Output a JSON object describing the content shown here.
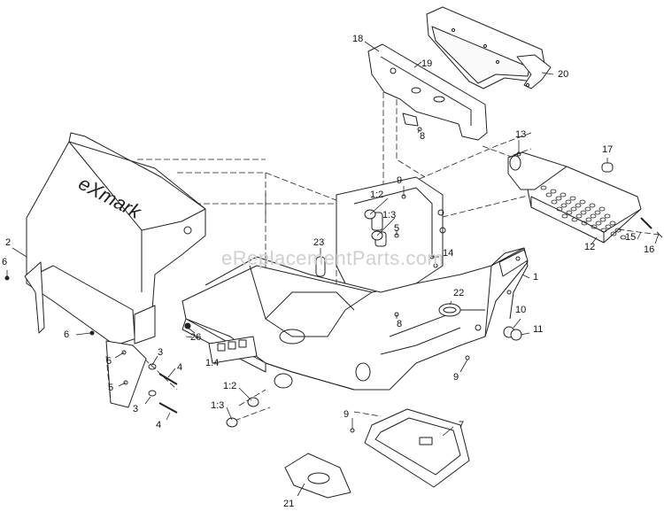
{
  "watermark": "eReplacementParts.com",
  "brand_mark": "eXmark",
  "callouts": [
    {
      "id": "c18",
      "text": "18"
    },
    {
      "id": "c19",
      "text": "19"
    },
    {
      "id": "c20",
      "text": "20"
    },
    {
      "id": "c8a",
      "text": "8"
    },
    {
      "id": "c13",
      "text": "13"
    },
    {
      "id": "c17",
      "text": "17"
    },
    {
      "id": "c9a",
      "text": "9"
    },
    {
      "id": "c12",
      "text": "1:2"
    },
    {
      "id": "c13b",
      "text": "1:3"
    },
    {
      "id": "c5a",
      "text": "5"
    },
    {
      "id": "c23",
      "text": "23"
    },
    {
      "id": "c14",
      "text": "14"
    },
    {
      "id": "c15",
      "text": "15"
    },
    {
      "id": "c16",
      "text": "16"
    },
    {
      "id": "c12b",
      "text": "12"
    },
    {
      "id": "c2",
      "text": "2"
    },
    {
      "id": "c6a",
      "text": "6"
    },
    {
      "id": "c1",
      "text": "1"
    },
    {
      "id": "c22",
      "text": "22"
    },
    {
      "id": "c10",
      "text": "10"
    },
    {
      "id": "c11",
      "text": "11"
    },
    {
      "id": "c8b",
      "text": "8"
    },
    {
      "id": "c6b",
      "text": "6"
    },
    {
      "id": "c26",
      "text": "26"
    },
    {
      "id": "c5b",
      "text": "5"
    },
    {
      "id": "c3a",
      "text": "3"
    },
    {
      "id": "c14b",
      "text": "1:4"
    },
    {
      "id": "c4a",
      "text": "4"
    },
    {
      "id": "c5c",
      "text": "5"
    },
    {
      "id": "c12c",
      "text": "1:2"
    },
    {
      "id": "c9b",
      "text": "9"
    },
    {
      "id": "c3b",
      "text": "3"
    },
    {
      "id": "c13c",
      "text": "1:3"
    },
    {
      "id": "c4b",
      "text": "4"
    },
    {
      "id": "c9c",
      "text": "9"
    },
    {
      "id": "c7",
      "text": "7"
    },
    {
      "id": "c21",
      "text": "21"
    }
  ]
}
